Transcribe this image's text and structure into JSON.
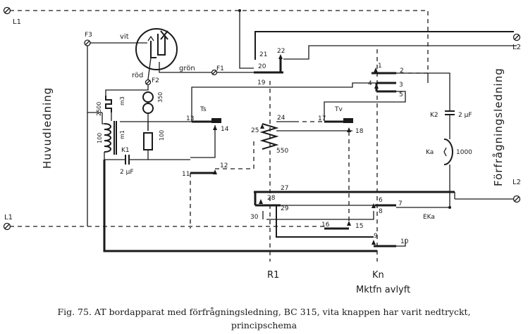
{
  "terminals": {
    "l1_top": "L1",
    "l1_bottom": "L1",
    "l2_top": "L2",
    "l2_bottom": "L2",
    "f1": "F1",
    "f2": "F2",
    "f3": "F3"
  },
  "wire_labels": {
    "vit": "vit",
    "rod": "röd",
    "gron": "grön"
  },
  "side_labels": {
    "left": "Huvudledning",
    "right": "Förfrågningsledning"
  },
  "components": {
    "m3": "m3",
    "r2500": "2500",
    "r350": "350",
    "m1": "m1",
    "r100a": "100",
    "r100b": "100",
    "k1": "K1",
    "k1_value": "2 μF",
    "k2": "K2",
    "k2_value": "2 μF",
    "ka": "Ka",
    "ka_value": "1000",
    "r550": "550",
    "ts": "Ts",
    "tv": "Tv",
    "eka": "EKa"
  },
  "contacts": {
    "c1": "1",
    "c2": "2",
    "c3": "3",
    "c4": "4",
    "c5": "5",
    "c6": "6",
    "c7": "7",
    "c8": "8",
    "c9": "9",
    "c10": "10",
    "c11": "11",
    "c12": "12",
    "c13": "13",
    "c14": "14",
    "c15": "15",
    "c16": "16",
    "c17": "17",
    "c18": "18",
    "c19": "19",
    "c20": "20",
    "c21": "21",
    "c22": "22",
    "c24": "24",
    "c25": "25",
    "c27": "27",
    "c28": "28",
    "c29": "29",
    "c30": "30"
  },
  "keys": {
    "r1": "R1",
    "kn": "Kn",
    "mktfn": "Mktfn avlyft"
  },
  "caption": {
    "line1": "Fig. 75.  AT bordapparat med förfrågningsledning, BC 315, vita knappen har varit nedtryckt,",
    "line2": "principschema"
  }
}
